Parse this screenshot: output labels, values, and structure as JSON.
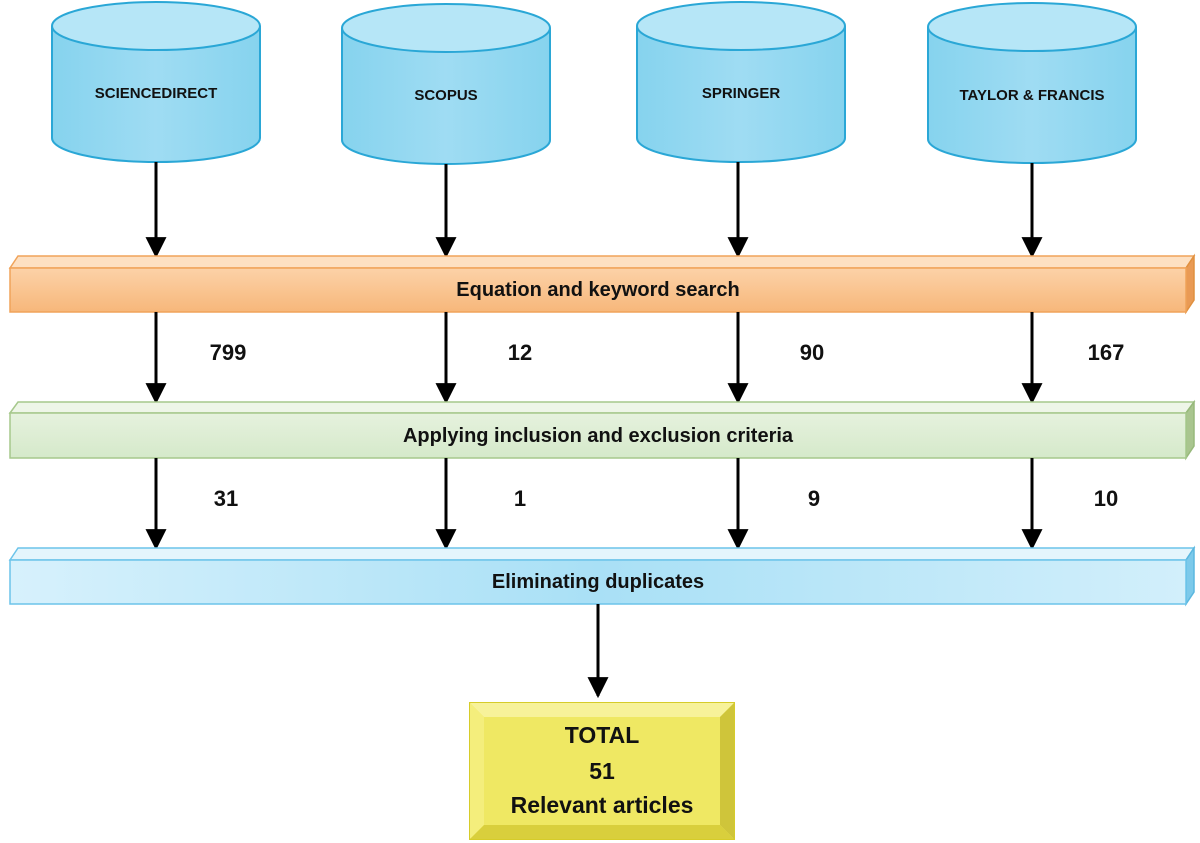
{
  "databases": [
    "SCIENCEDIRECT",
    "SCOPUS",
    "SPRINGER",
    "TAYLOR & FRANCIS"
  ],
  "steps": {
    "search": "Equation and keyword search",
    "criteria": "Applying inclusion and exclusion criteria",
    "duplicates": "Eliminating duplicates"
  },
  "counts_after_search": [
    "799",
    "12",
    "90",
    "167"
  ],
  "counts_after_criteria": [
    "31",
    "1",
    "9",
    "10"
  ],
  "result": {
    "title": "TOTAL",
    "value": "51",
    "caption": "Relevant articles"
  },
  "colors": {
    "database_fill": "#8fd8f0",
    "database_stroke": "#2aa7d6",
    "search_fill": "#f9c08a",
    "search_stroke": "#f0a35a",
    "criteria_fill": "#d9ebcf",
    "criteria_stroke": "#a6c88c",
    "duplicates_fill": "#bfe6f7",
    "duplicates_stroke": "#6cc4ea",
    "total_fill": "#f0ea60",
    "total_stroke": "#d6cc2a",
    "arrow": "#000000"
  }
}
